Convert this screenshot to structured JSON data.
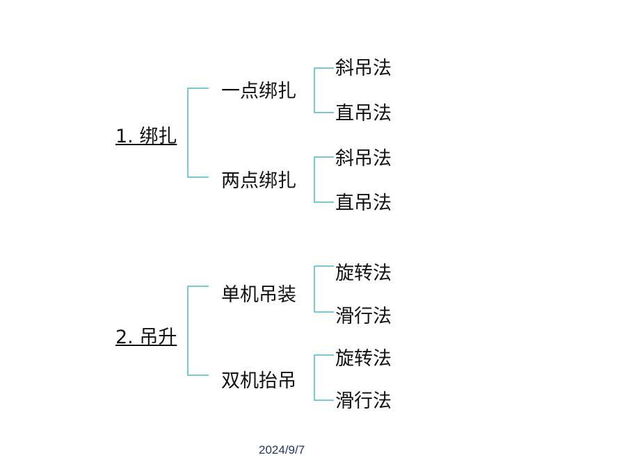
{
  "tree": [
    {
      "label": "1. 绑扎",
      "children": [
        {
          "label": "一点绑扎",
          "children": [
            "斜吊法",
            "直吊法"
          ]
        },
        {
          "label": "两点绑扎",
          "children": [
            "斜吊法",
            "直吊法"
          ]
        }
      ]
    },
    {
      "label": "2. 吊升",
      "children": [
        {
          "label": "单机吊装",
          "children": [
            "旋转法",
            "滑行法"
          ]
        },
        {
          "label": "双机抬吊",
          "children": [
            "旋转法",
            "滑行法"
          ]
        }
      ]
    }
  ],
  "footer": {
    "date": "2024/9/7"
  },
  "colors": {
    "connector": "#4fb8c4",
    "date": "#22386a"
  }
}
